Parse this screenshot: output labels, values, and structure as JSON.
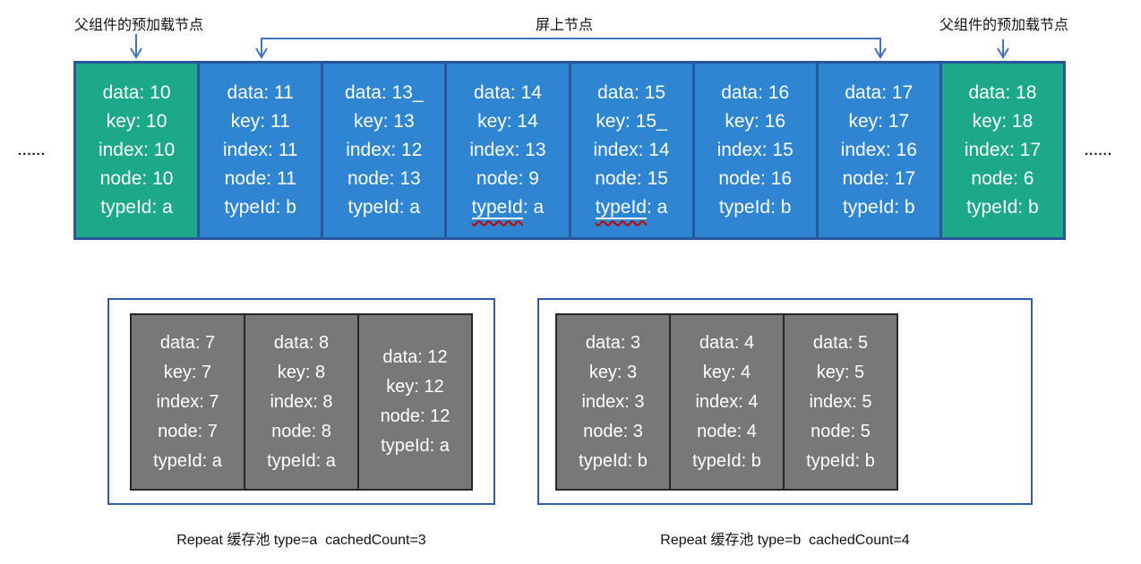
{
  "colors": {
    "node-green": "#1BA98A",
    "node-blue": "#2E86D2",
    "node-border": "#2B579A",
    "pool-node-gray": "#787878",
    "pool-node-border": "#262626",
    "pool-border": "#2E5CA6",
    "arrow": "#4472C4",
    "squiggle": "#C00000"
  },
  "annotations": {
    "preload_left": "父组件的预加载节点",
    "onscreen": "屏上节点",
    "preload_right": "父组件的预加载节点",
    "ellipsis_left": "......",
    "ellipsis_right": "......"
  },
  "top_row": {
    "nodes": [
      {
        "variant": "green",
        "lines": [
          "data: 10",
          "key: 10",
          "index: 10",
          "node: 10",
          "typeId: a"
        ]
      },
      {
        "variant": "blue",
        "lines": [
          "data: 11",
          "key: 11",
          "index: 11",
          "node: 11",
          "typeId: b"
        ]
      },
      {
        "variant": "blue",
        "lines": [
          "data: 13_",
          "key: 13",
          "index: 12",
          "node: 13",
          "typeId: a"
        ]
      },
      {
        "variant": "blue",
        "lines": [
          "data: 14",
          "key: 14",
          "index: 13",
          "node: 9",
          {
            "word": "typeId",
            "rest": ": a"
          }
        ]
      },
      {
        "variant": "blue",
        "lines": [
          "data: 15",
          "key: 15_",
          "index: 14",
          "node: 15",
          {
            "word": "typeId",
            "rest": ": a"
          }
        ]
      },
      {
        "variant": "blue",
        "lines": [
          "data: 16",
          "key: 16",
          "index: 15",
          "node: 16",
          "typeId: b"
        ]
      },
      {
        "variant": "blue",
        "lines": [
          "data: 17",
          "key: 17",
          "index: 16",
          "node: 17",
          "typeId: b"
        ]
      },
      {
        "variant": "green",
        "lines": [
          "data: 18",
          "key: 18",
          "index: 17",
          "node: 6",
          "typeId: b"
        ]
      }
    ]
  },
  "pools": [
    {
      "caption": "Repeat 缓存池 type=a  cachedCount=3",
      "nodes": [
        {
          "lines": [
            "data: 7",
            "key: 7",
            "index: 7",
            "node: 7",
            "typeId: a"
          ]
        },
        {
          "lines": [
            "data: 8",
            "key: 8",
            "index: 8",
            "node: 8",
            "typeId: a"
          ]
        },
        {
          "lines": [
            "data: 12",
            "key: 12",
            "node: 12",
            "typeId: a"
          ]
        }
      ]
    },
    {
      "caption": "Repeat 缓存池 type=b  cachedCount=4",
      "nodes": [
        {
          "lines": [
            "data: 3",
            "key: 3",
            "index: 3",
            "node: 3",
            "typeId: b"
          ]
        },
        {
          "lines": [
            "data: 4",
            "key: 4",
            "index: 4",
            "node: 4",
            "typeId: b"
          ]
        },
        {
          "lines": [
            "data: 5",
            "key: 5",
            "index: 5",
            "node: 5",
            "typeId: b"
          ]
        }
      ]
    }
  ]
}
